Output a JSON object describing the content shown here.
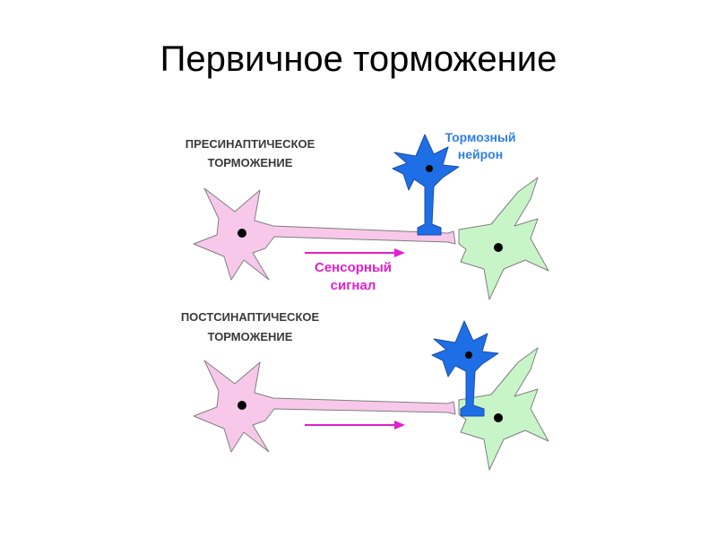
{
  "title": "Первичное торможение",
  "presynaptic": {
    "label_line1": "ПРЕСИНАПТИЧЕСКОЕ",
    "label_line2": "ТОРМОЖЕНИЕ"
  },
  "postsynaptic": {
    "label_line1": "ПОСТСИНАПТИЧЕСКОЕ",
    "label_line2": "ТОРМОЖЕНИЕ"
  },
  "inhibitory_neuron": {
    "label_line1": "Тормозный",
    "label_line2": "нейрон"
  },
  "sensory_signal": {
    "label_line1": "Сенсорный",
    "label_line2": "сигнал"
  },
  "colors": {
    "sensory_neuron": "#f7c8ea",
    "target_neuron": "#c8f5c8",
    "inhibitory_neuron": "#1e6ee6",
    "blue_text": "#2f7fe0",
    "signal": "#e020d0",
    "outline": "#7f7f7f",
    "nucleus": "#000000"
  }
}
